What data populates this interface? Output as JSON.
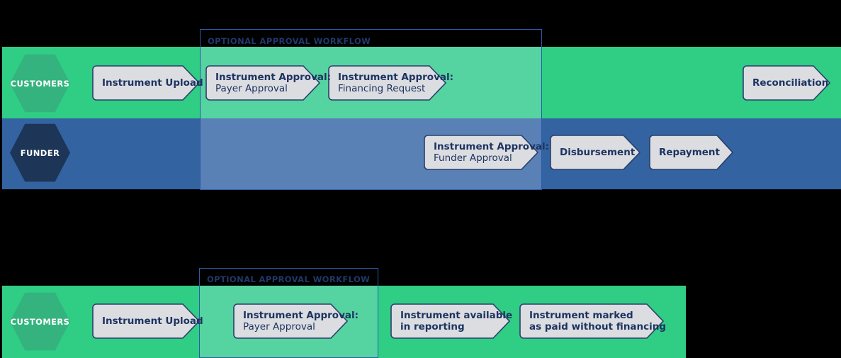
{
  "diagrams": [
    {
      "name": "financing-workflow",
      "optional_label": "OPTIONAL APPROVAL WORKFLOW",
      "lanes": [
        {
          "name": "customers",
          "label": "CUSTOMERS",
          "color": "#30cd85"
        },
        {
          "name": "funder",
          "label": "FUNDER",
          "color": "#3363a1"
        }
      ],
      "steps": [
        {
          "line1": "Instrument Upload",
          "line2": "",
          "lane": "customers",
          "bold2": false
        },
        {
          "line1": "Instrument Approval:",
          "line2": "Payer Approval",
          "lane": "customers",
          "bold2": false
        },
        {
          "line1": "Instrument Approval:",
          "line2": "Financing Request",
          "lane": "customers",
          "bold2": false
        },
        {
          "line1": "Reconciliation",
          "line2": "",
          "lane": "customers",
          "bold2": false
        },
        {
          "line1": "Instrument Approval:",
          "line2": "Funder Approval",
          "lane": "funder",
          "bold2": false
        },
        {
          "line1": "Disbursement",
          "line2": "",
          "lane": "funder",
          "bold2": false
        },
        {
          "line1": "Repayment",
          "line2": "",
          "lane": "funder",
          "bold2": false
        }
      ]
    },
    {
      "name": "no-financing-workflow",
      "optional_label": "OPTIONAL APPROVAL WORKFLOW",
      "lanes": [
        {
          "name": "customers",
          "label": "CUSTOMERS",
          "color": "#30cd85"
        }
      ],
      "steps": [
        {
          "line1": "Instrument Upload",
          "line2": "",
          "lane": "customers",
          "bold2": false
        },
        {
          "line1": "Instrument Approval:",
          "line2": "Payer Approval",
          "lane": "customers",
          "bold2": false
        },
        {
          "line1": "Instrument available",
          "line2": "in reporting",
          "lane": "customers",
          "bold2": true
        },
        {
          "line1": "Instrument marked",
          "line2": "as paid without financing",
          "lane": "customers",
          "bold2": true
        }
      ]
    }
  ],
  "colors": {
    "green": "#30cd85",
    "green_overlay": "#55d3a1",
    "green_hex": "#34b37e",
    "blue": "#3363a1",
    "blue_overlay": "#5a81b6",
    "blue_hex": "#1d3557",
    "chevron_fill": "#dcdde1",
    "chevron_stroke": "#2a3f6b",
    "text_navy": "#1d3461",
    "optional_border": "#2d5aa8"
  }
}
